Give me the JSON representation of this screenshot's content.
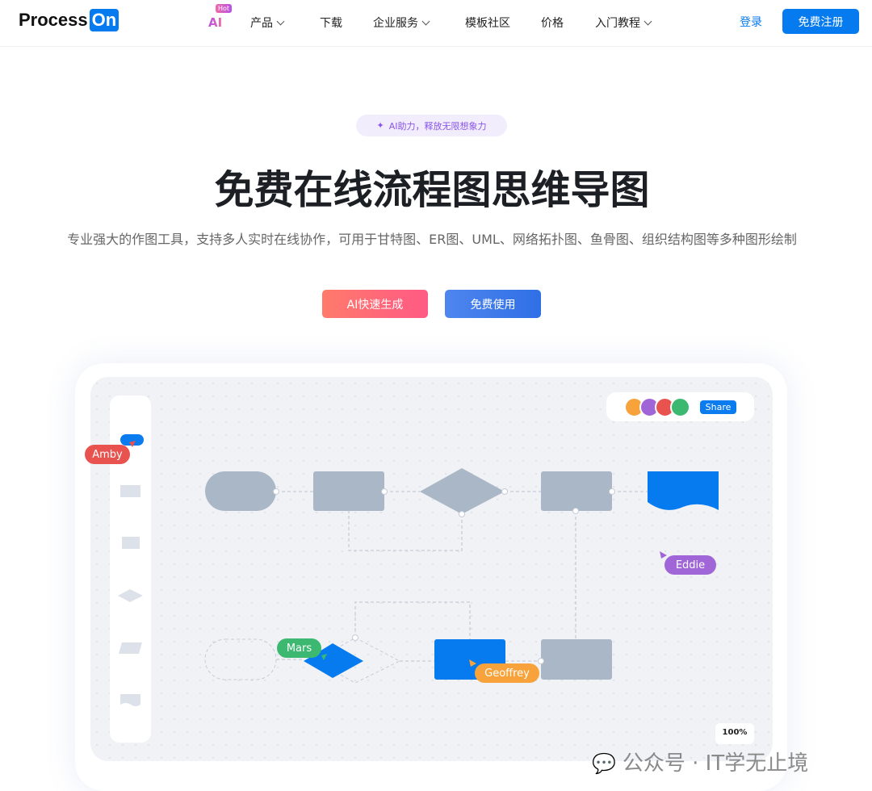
{
  "nav": {
    "logo_text": "Process",
    "logo_badge": "On",
    "ai": "AI",
    "hot": "Hot",
    "items": [
      {
        "label": "产品",
        "dropdown": true
      },
      {
        "label": "下载"
      },
      {
        "label": "企业服务",
        "dropdown": true
      },
      {
        "label": "模板社区"
      },
      {
        "label": "价格"
      },
      {
        "label": "入门教程",
        "dropdown": true
      }
    ],
    "login": "登录",
    "register": "免费注册"
  },
  "hero": {
    "pill": "AI助力，释放无限想象力",
    "pill_icon": "sparkle-icon",
    "title": "免费在线流程图思维导图",
    "subtitle": "专业强大的作图工具，支持多人实时在线协作，可用于甘特图、ER图、UML、网络拓扑图、鱼骨图、组织结构图等多种图形绘制",
    "ai_button": "AI快速生成",
    "free_button": "免费使用"
  },
  "demo": {
    "share": "Share",
    "zoom": "100%",
    "cursors": [
      {
        "name": "Amby",
        "color": "#e8534f"
      },
      {
        "name": "Eddie",
        "color": "#a066d8"
      },
      {
        "name": "Mars",
        "color": "#3cb871"
      },
      {
        "name": "Geoffrey",
        "color": "#f7a23a"
      }
    ],
    "accent": "#067bef"
  },
  "watermark": {
    "text": "公众号 · IT学无止境"
  }
}
